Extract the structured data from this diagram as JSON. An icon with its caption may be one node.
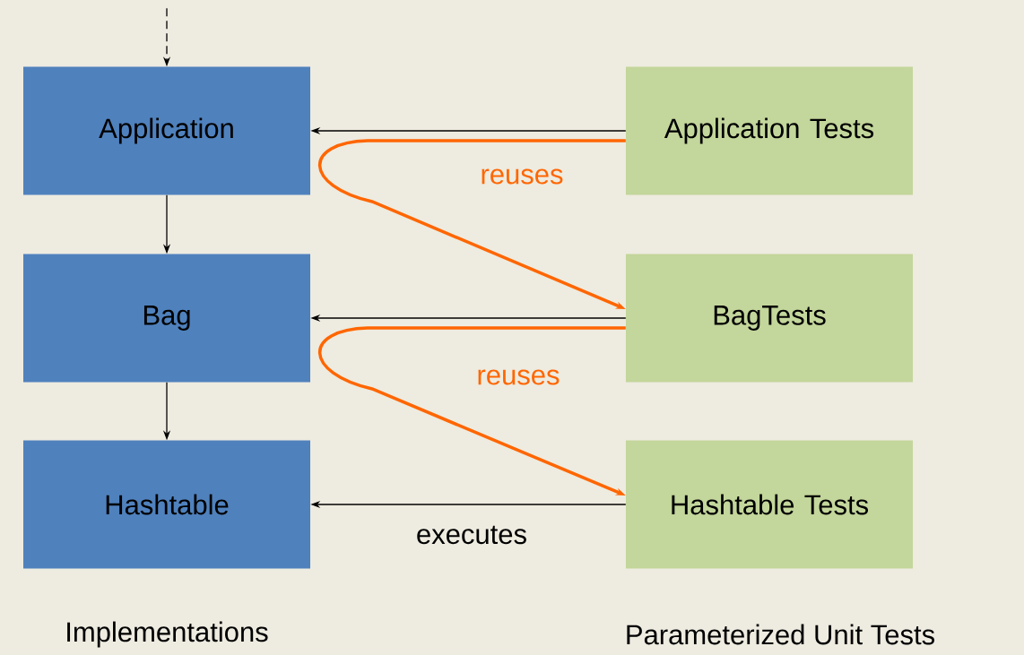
{
  "diagram": {
    "nodes": [
      {
        "text": [
          "Application"
        ]
      },
      {
        "text": [
          "Bag"
        ]
      },
      {
        "text": [
          "Hashtable"
        ]
      },
      {
        "text": [
          "Application Tests"
        ]
      },
      {
        "text": [
          "BagTests"
        ]
      },
      {
        "text": [
          "Hashtable Tests"
        ]
      }
    ],
    "edges": [
      {
        "from": null,
        "to": 0,
        "arrow": "to",
        "style": "dashed"
      },
      {
        "from": 0,
        "to": 1,
        "arrow": "to"
      },
      {
        "from": 1,
        "to": 2,
        "arrow": "to"
      },
      {
        "from": 3,
        "to": 0,
        "arrow": "to"
      },
      {
        "from": 4,
        "to": 1,
        "arrow": "to"
      },
      {
        "from": 5,
        "to": 2,
        "arrow": "to",
        "label": "executes"
      },
      {
        "from": 3,
        "to": 4,
        "arrow": "to",
        "label": "reuses",
        "style": "thick",
        "color": "#ff6600"
      },
      {
        "from": 4,
        "to": 5,
        "arrow": "to",
        "label": "reuses",
        "style": "thick",
        "color": "#ff6600"
      }
    ],
    "labels": [
      "Implementations",
      "Parameterized Unit Tests"
    ]
  }
}
